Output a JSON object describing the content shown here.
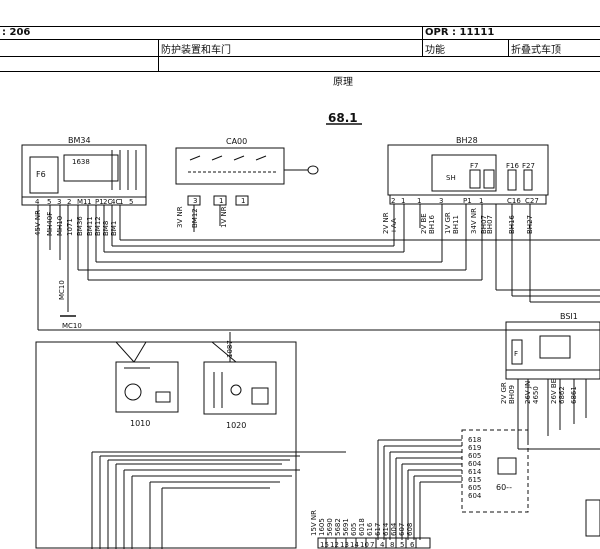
{
  "header": {
    "doc_code": ": 206",
    "opr": "OPR : 11111",
    "system": "防护装置和车门",
    "function_label": "功能",
    "function_value": "折叠式车顶",
    "section": "原理"
  },
  "diagram": {
    "title": "68.1",
    "components": {
      "bm34": "BM34",
      "ca00": "CA00",
      "bh28": "BH28",
      "bsi1": "BSI1",
      "c1010": "1010",
      "c1020": "1020",
      "c60": "60--",
      "c1087": "1087",
      "mc10": "MC10"
    },
    "bm34_inner": {
      "fuse": "F6",
      "r": "1638"
    },
    "bh28_inner": {
      "sh": "SH",
      "f7": "F7",
      "f16": "F16",
      "f27": "F27"
    },
    "bsi_inner": {
      "f": "F"
    },
    "bm34_connectors": [
      "4",
      "5",
      "3",
      "2",
      "M1",
      "1",
      "P1",
      "2C",
      "4C",
      "1",
      "5"
    ],
    "bm34_wires": [
      "45V NR",
      "MH40F",
      "MH10",
      "1071",
      "BM36",
      "BM11",
      "BM12",
      "BM8",
      "BM1"
    ],
    "bm34_ground_label": "MC10",
    "ca00_connectors": [
      "3",
      "1",
      "1"
    ],
    "ca00_wires": [
      "3V NR",
      "BM12",
      "1V NR"
    ],
    "bh28_connectors": [
      "2",
      "1",
      "1",
      "3",
      "P1",
      "1",
      "C16",
      "C27"
    ],
    "bh28_wires": [
      "2V NR",
      "+AA",
      "2V BE",
      "BH16",
      "1V GR",
      "BH11",
      "34V NR",
      "BH07",
      "BH07",
      "BH16",
      "BH27"
    ],
    "bsi_wires": [
      "2V GR",
      "BH09",
      "26V JN",
      "4650",
      "26V BE",
      "6862",
      "6861"
    ],
    "relay_labels": [
      "618",
      "619",
      "605",
      "604",
      "614",
      "615",
      "605",
      "604"
    ],
    "bottom_wires": [
      "15V NR",
      "1605",
      "5690",
      "5682",
      "5691",
      "605",
      "6018",
      "616",
      "617",
      "614",
      "604",
      "607",
      "608"
    ],
    "bottom_connectors": [
      "15",
      "12",
      "13",
      "14",
      "10",
      "7",
      "4",
      "8",
      "5",
      "6"
    ]
  },
  "colors": {
    "line": "#111111",
    "background": "#ffffff"
  }
}
